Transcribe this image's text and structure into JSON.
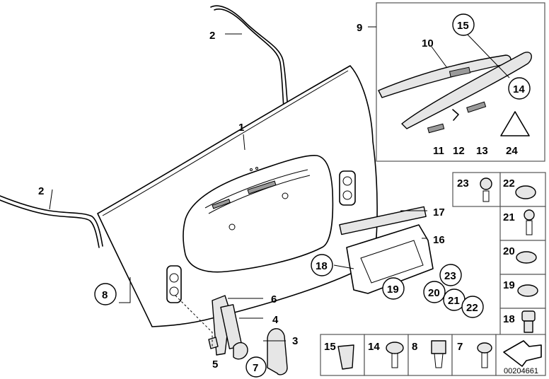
{
  "diagram": {
    "labels": {
      "l1": "1",
      "l2a": "2",
      "l2b": "2",
      "l3": "3",
      "l4": "4",
      "l5": "5",
      "l6": "6",
      "l7": "7",
      "l8": "8",
      "l9": "9",
      "l10": "10",
      "l11": "11",
      "l12": "12",
      "l13": "13",
      "l14": "14",
      "l15": "15",
      "l16": "16",
      "l17": "17",
      "l18": "18",
      "l19": "19",
      "l20": "20",
      "l21": "21",
      "l22": "22",
      "l23": "23",
      "l24": "24"
    },
    "grid_labels": {
      "g23": "23",
      "g22": "22",
      "g21": "21",
      "g20": "20",
      "g19": "19",
      "g18": "18",
      "g15": "15",
      "g14": "14",
      "g8": "8",
      "g7": "7"
    },
    "diagram_code": "00204661"
  }
}
